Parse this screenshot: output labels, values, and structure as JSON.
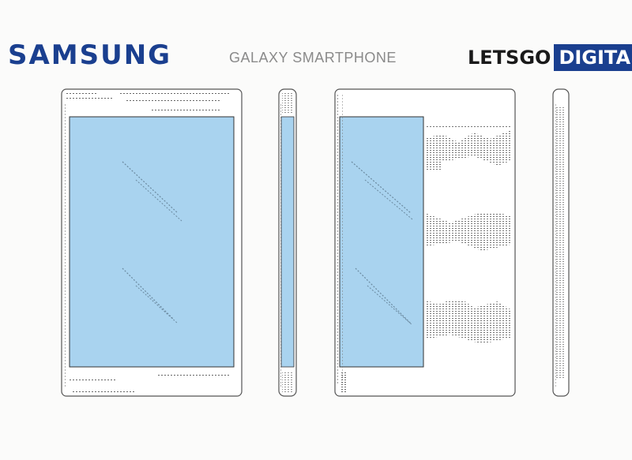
{
  "header": {
    "brand_left": "SAMSUNG",
    "title": "GALAXY SMARTPHONE",
    "brand_right_part1": "LETSGO",
    "brand_right_part2": "DIGITAL"
  },
  "colors": {
    "brand_blue": "#1a3f8f",
    "screen_fill": "#a9d3ef",
    "line": "#555555"
  },
  "figures": [
    {
      "name": "front-view"
    },
    {
      "name": "side-view-left"
    },
    {
      "name": "front-view-partial-screen"
    },
    {
      "name": "side-view-right"
    }
  ]
}
